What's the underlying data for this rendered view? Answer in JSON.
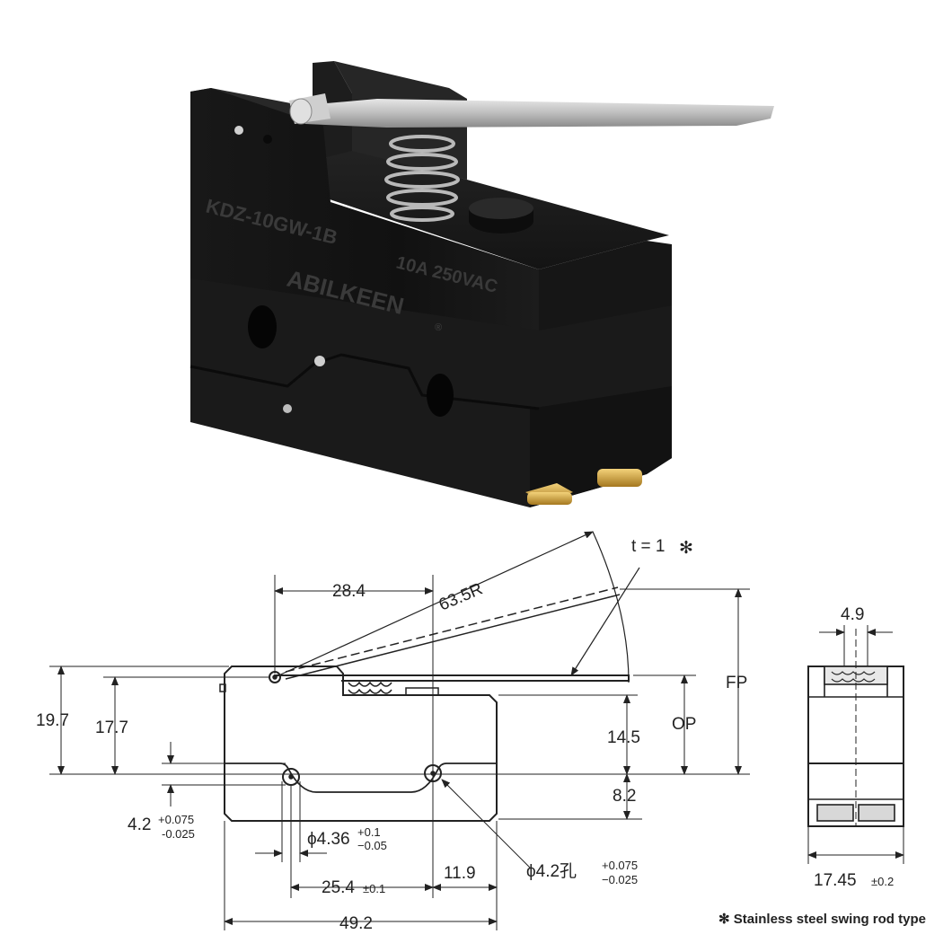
{
  "product": {
    "model_marking": "KDZ-10GW-1B",
    "brand_marking": "ABILKEEN",
    "registered_mark": "®",
    "rating_marking": "10A 250VAC"
  },
  "drawing": {
    "thickness": "t = 1",
    "thickness_mark": "✻",
    "radius": "63.5R",
    "dim_28_4": "28.4",
    "dim_19_7": "19.7",
    "dim_17_7": "17.7",
    "dim_14_5": "14.5",
    "dim_8_2": "8.2",
    "fp": "FP",
    "op": "OP",
    "dim_4_2": "4.2",
    "dim_4_2_tol_plus": "+0.075",
    "dim_4_2_tol_minus": "-0.025",
    "hole_dia": "ϕ4.36",
    "hole_dia_tol_plus": "+0.1",
    "hole_dia_tol_minus": "−0.05",
    "pin_hole": "ϕ4.2孔",
    "pin_hole_tol_plus": "+0.075",
    "pin_hole_tol_minus": "−0.025",
    "dim_25_4": "25.4",
    "dim_25_4_tol": "±0.1",
    "dim_11_9": "11.9",
    "dim_49_2": "49.2",
    "side_dim_4_9": "4.9",
    "side_dim_17_45": "17.45",
    "side_dim_17_45_tol": "±0.2"
  },
  "footnote": {
    "mark": "✻",
    "text": "Stainless steel swing rod type"
  }
}
